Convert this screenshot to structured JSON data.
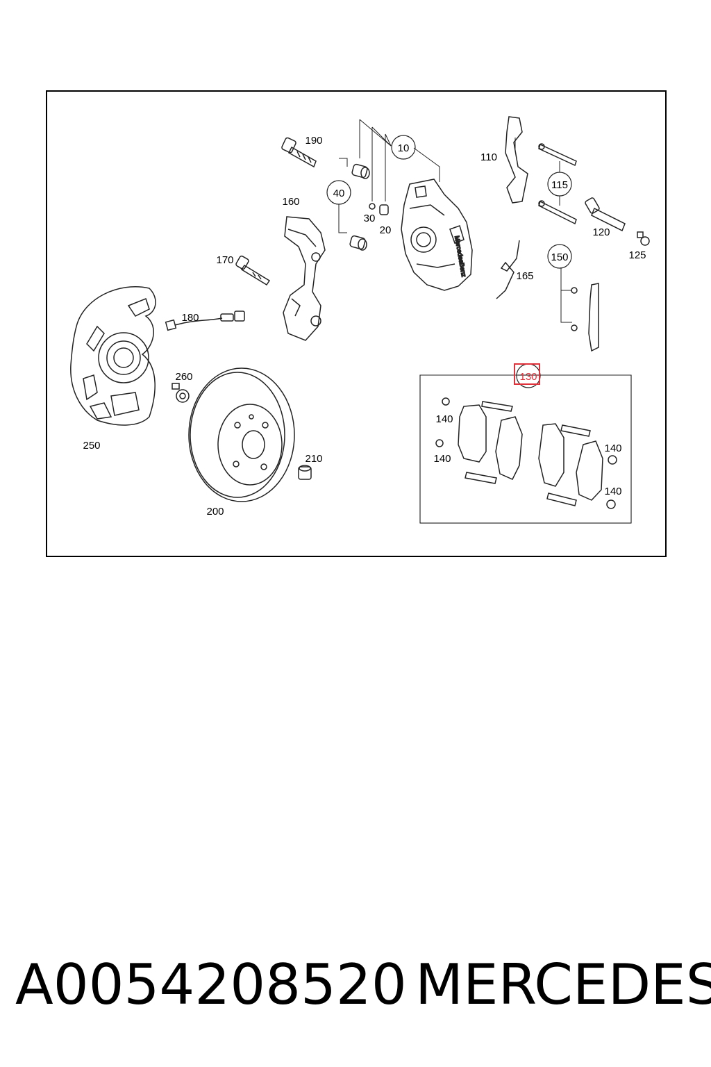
{
  "diagram": {
    "callouts": {
      "c10": "10",
      "c20": "20",
      "c30": "30",
      "c40": "40",
      "c110": "110",
      "c115": "115",
      "c120": "120",
      "c125": "125",
      "c130": "130",
      "c140a": "140",
      "c140b": "140",
      "c140c": "140",
      "c140d": "140",
      "c150": "150",
      "c160": "160",
      "c165": "165",
      "c170": "170",
      "c180": "180",
      "c190": "190",
      "c200": "200",
      "c210": "210",
      "c250": "250",
      "c260": "260"
    },
    "highlight_color": "#e0313a"
  },
  "footer": {
    "part_number": "A0054208520",
    "brand": "MERCEDES"
  }
}
